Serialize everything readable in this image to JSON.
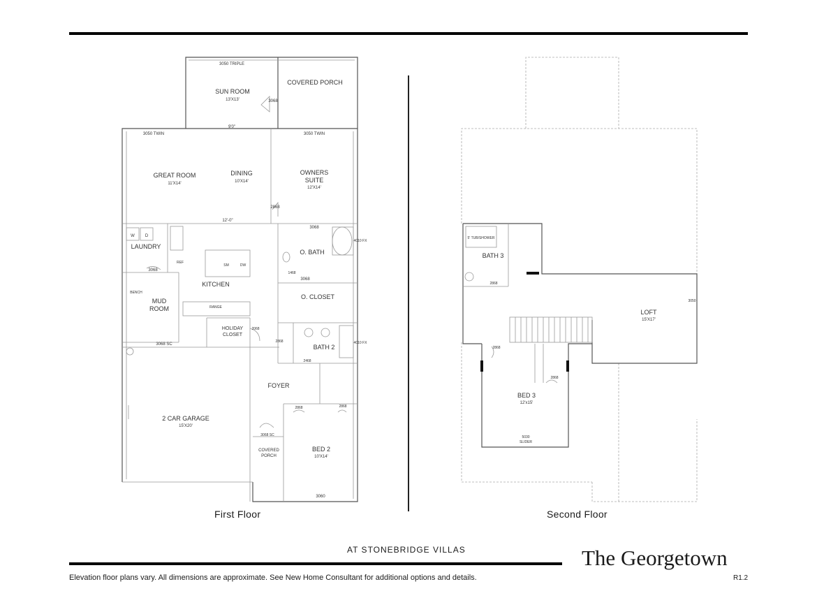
{
  "plan_name": "The Georgetown",
  "community": "AT STONEBRIDGE VILLAS",
  "revision": "R1.2",
  "disclaimer": "Elevation floor plans vary. All dimensions are approximate. See New Home Consultant for additional options and details.",
  "first_floor": {
    "caption": "First Floor",
    "labels": {
      "sun_room": "SUN ROOM",
      "sun_room_dim": "13'X13'",
      "window_top": "3050 TRIPLE",
      "covered_porch": "COVERED PORCH",
      "door_3068_a": "3068",
      "dim_9": "9'0\"",
      "great_room": "GREAT ROOM",
      "great_room_dim": "11'X14'",
      "dining": "DINING",
      "dining_dim": "10'X14'",
      "owners_suite_1": "OWNERS",
      "owners_suite_2": "SUITE",
      "owners_suite_dim": "12'X14'",
      "window_twin_left": "3050 TWIN",
      "window_twin_right": "3050 TWIN",
      "dim_12": "12'-0\"",
      "door_2868_a": "2868",
      "laundry": "LAUNDRY",
      "w": "W",
      "d": "D",
      "door_3068_b": "3068",
      "kitchen": "KITCHEN",
      "sm": "SM",
      "dw": "DW",
      "ref": "REF",
      "range": "RANGE",
      "mud_room_1": "MUD",
      "mud_room_2": "ROOM",
      "bench": "BENCH",
      "o_bath": "O. BATH",
      "door_3068_c": "3068",
      "door_3068_d": "3068",
      "door_1468": "1468",
      "o_closet": "O. CLOSET",
      "window_fx_1": "4010 FX",
      "holiday_1": "HOLIDAY",
      "holiday_2": "CLOSET",
      "door_2068": "2068",
      "door_3068_sc": "3068 SC",
      "bath_2": "BATH 2",
      "door_2468": "2468",
      "door_2868_b": "2868",
      "window_fx_2": "4010 FX",
      "foyer": "FOYER",
      "garage": "2 CAR GARAGE",
      "garage_dim": "15'X20'",
      "door_2868_c": "2868",
      "door_2868_d": "2868",
      "covered_porch_2a": "COVERED",
      "covered_porch_2b": "PORCH",
      "door_3068_sc_2": "3068 SC",
      "bed_2": "BED 2",
      "bed_2_dim": "10'X14'",
      "window_3060": "3060"
    }
  },
  "second_floor": {
    "caption": "Second Floor",
    "labels": {
      "shower": "5' TUB/SHOWER",
      "bath_3": "BATH 3",
      "door_2868_e": "2868",
      "loft": "LOFT",
      "loft_dim": "15'X17'",
      "window_3050": "3050",
      "door_2868_f": "2868",
      "door_2868_g": "2868",
      "bed_3": "BED 3",
      "bed_3_dim": "12'x15'",
      "slider_1": "5030",
      "slider_2": "SLIDER"
    }
  }
}
